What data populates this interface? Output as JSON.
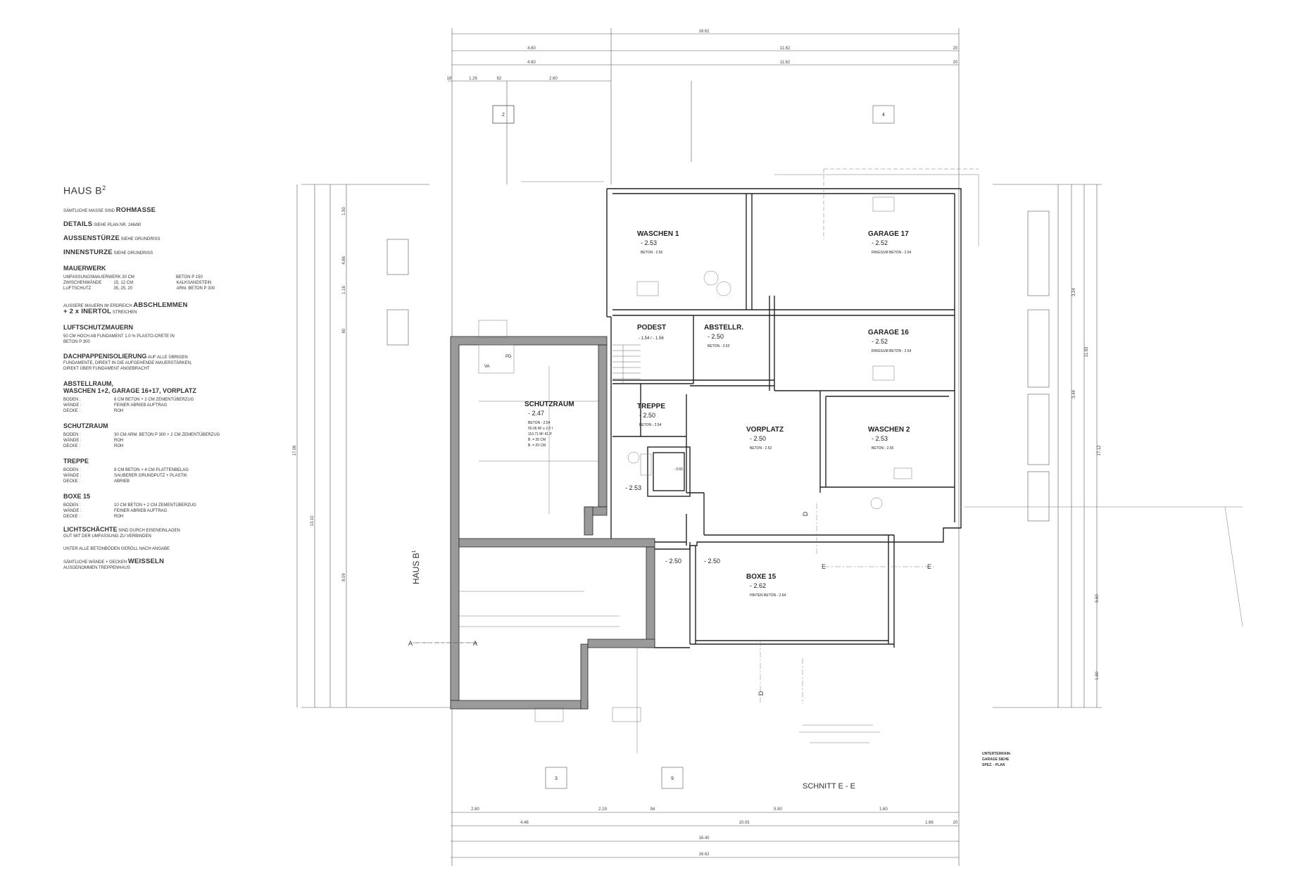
{
  "legend": {
    "title": "HAUS B",
    "title_sup": "2",
    "masse_prefix": "SÄMTLICHE MASSE SIND",
    "masse_value": "ROHMASSE",
    "details_label": "DETAILS",
    "details_value": "SIEHE PLAN NR. 246/80",
    "aussen_label": "AUSSENSTÜRZE",
    "aussen_value": "SIEHE GRUNDRISS",
    "innen_label": "INNENSTURZE",
    "innen_value": "SIEHE GRUNDRISS",
    "mauerwerk_title": "MAUERWERK",
    "mauerwerk_rows": [
      {
        "l": "UMFASSUNGSMAUERWERK 30 CM",
        "v": "",
        "r": "BETON P 150"
      },
      {
        "l": "ZWISCHENWÄNDE",
        "v": "15, 12 CM",
        "r": "KALKSANDSTEIN"
      },
      {
        "l": "LUFTSCHUTZ",
        "v": "35, 25, 20",
        "r": "ARM. BETON P 300"
      }
    ],
    "abschl_prefix": "AUSSERE MAUERN IM ERDREICH",
    "abschl_value": "ABSCHLEMMEN",
    "inertol": "+ 2 x INERTOL",
    "inertol_suffix": "STREICHEN",
    "luft_title": "LUFTSCHUTZMAUERN",
    "luft_text": "50 CM HOCH AB FUNDAMENT 1.0 % PLASTO-CRETE IN BETON P 300",
    "dach_title": "DACHPAPPENISOLIERUNG",
    "dach_text": "AUF ALLE ÜBRIGEN FUNDAMENTE, DIREKT IN DIE AUFGEHENDE MAUERSTÄRKEN, DIREKT ÜBER FUNDAMENT ANGEBRACHT",
    "abst_title": "ABSTELLRAUM,",
    "abst_title2": "WASCHEN 1+2, GARAGE 16+17, VORPLATZ",
    "abst_rows": [
      {
        "l": "BODEN :",
        "v": "8 CM BETON + 2 CM ZEMENTÜBERZUG"
      },
      {
        "l": "WÄNDE :",
        "v": "FEINER ABRIEB AUFTRAG"
      },
      {
        "l": "DECKE :",
        "v": "ROH"
      }
    ],
    "schutz_title": "SCHUTZRAUM",
    "schutz_rows": [
      {
        "l": "BODEN :",
        "v": "30 CM ARM. BETON P 300 + 2 CM ZEMENTÜBERZUG"
      },
      {
        "l": "WÄNDE :",
        "v": "ROH"
      },
      {
        "l": "DECKE :",
        "v": "ROH"
      }
    ],
    "treppe_title": "TREPPE",
    "treppe_rows": [
      {
        "l": "BODEN :",
        "v": "8 CM BETON + 4 CM PLATTENBELAG"
      },
      {
        "l": "WÄNDE :",
        "v": "SAUBERER GRUNDPUTZ + PLASTIK"
      },
      {
        "l": "DECKE :",
        "v": "ABRIEB"
      }
    ],
    "boxe_title": "BOXE 15",
    "boxe_rows": [
      {
        "l": "BODEN :",
        "v": "10 CM BETON + 2 CM ZEMENTÜBERZUG"
      },
      {
        "l": "WÄNDE :",
        "v": "FEINER ABRIEB AUFTRAG"
      },
      {
        "l": "DECKE :",
        "v": "ROH"
      }
    ],
    "licht_title": "LICHTSCHÄCHTE",
    "licht_text": "SIND DURCH EISENEINLAGEN GUT MIT DER UMFASSUNG ZU VERBINDEN",
    "unter_text": "UNTER ALLE BETONBÖDEN GERÖLL NACH ANGABE",
    "weiss_prefix": "SÄMTLICHE WÄNDE + DECKEN",
    "weiss_value": "WEISSELN",
    "weiss_suffix": "AUSGENOMMEN TREPPENHAUS"
  },
  "plan": {
    "dims_top": [
      "16.62",
      "4.60",
      "11.62",
      "4.60",
      "11.62",
      "20",
      "20",
      "1.26",
      "82",
      "2.60",
      "18"
    ],
    "dims_bottom": [
      "2.80",
      "2.19",
      "94",
      "5.90",
      "1.60",
      "4.46",
      "10.03",
      "1.66",
      "20",
      "16.40",
      "16.62"
    ],
    "dims_left": [
      "17.06",
      "13.10",
      "8.09",
      "1.50",
      "4.66",
      "1.16",
      "60"
    ],
    "dims_right": [
      "17.12",
      "11.83",
      "3.24",
      "3.44",
      "5.60",
      "1.80"
    ],
    "section_marks": [
      "2",
      "4",
      "3",
      "9",
      "A",
      "A",
      "D",
      "D",
      "E",
      "E"
    ],
    "rooms": [
      {
        "name": "WASCHEN 1",
        "level": "- 2.53",
        "note": "BETON - 2.56"
      },
      {
        "name": "GARAGE 17",
        "level": "- 2.52",
        "note": "RINGSUM BETON - 2.54"
      },
      {
        "name": "PODEST",
        "level": "- 1.54 / - 1.56",
        "note": ""
      },
      {
        "name": "ABSTELLR.",
        "level": "- 2.50",
        "note": "BETON - 2.52"
      },
      {
        "name": "GARAGE 16",
        "level": "- 2.52",
        "note": "RINGSUM BETON - 2.54"
      },
      {
        "name": "SCHUTZRAUM",
        "level": "- 2.47",
        "note": "BETON - 2.54",
        "extra": [
          "55.06 M² ≥ 2.0 I",
          "110.71 M³ 41 P.",
          "B. = 35 CM",
          "B. = 20 CM"
        ]
      },
      {
        "name": "TREPPE",
        "level": "- 2.50",
        "note": "BETON - 2.54"
      },
      {
        "name": "VORPLATZ",
        "level": "- 2.50",
        "note": "BETON - 2.52"
      },
      {
        "name": "WASCHEN 2",
        "level": "- 2.53",
        "note": "BETON - 2.55"
      },
      {
        "name": "BOXE 15",
        "level": "- 2.62",
        "note": "HINTEN BETON - 2.64"
      }
    ],
    "haus_b1": "HAUS B",
    "haus_b1_sup": "1",
    "schnitt": "SCHNITT E - E",
    "va": "VA",
    "pd": "PD",
    "untergarage": [
      "UNTERTERRAIN-",
      "GARAGE SIEHE",
      "SPEZ. - PLAN"
    ],
    "levels_misc": [
      "- 2.53",
      "- 2.50",
      "- 2.50",
      "- 3.60"
    ]
  }
}
